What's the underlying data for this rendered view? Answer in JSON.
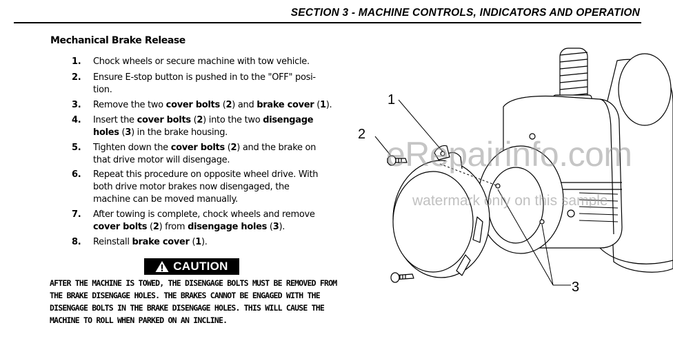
{
  "header": {
    "title": "SECTION 3 - MACHINE CONTROLS, INDICATORS AND OPERATION"
  },
  "section": {
    "title": "Mechanical Brake Release"
  },
  "steps": [
    {
      "num": "1.",
      "html": "Chock wheels or secure machine with tow vehicle."
    },
    {
      "num": "2.",
      "html": "Ensure E-stop button is pushed in to the \"OFF\" posi-<br>tion."
    },
    {
      "num": "3.",
      "html": "Remove the two <b>cover bolts</b> (<b>2</b>) and <b>brake cover</b> (<b>1</b>)."
    },
    {
      "num": "4.",
      "html": "Insert the <b>cover bolts</b> (<b>2</b>) into the two <b>disengage<br>holes</b> (<b>3</b>) in the brake housing."
    },
    {
      "num": "5.",
      "html": "Tighten down the <b>cover bolts</b> (<b>2</b>) and the brake on<br>that drive motor will disengage."
    },
    {
      "num": "6.",
      "html": "Repeat this procedure on opposite wheel drive. With<br>both drive motor brakes now disengaged, the<br>machine can be moved manually."
    },
    {
      "num": "7.",
      "html": "After towing is complete, chock wheels and remove<br><b>cover bolts</b> (<b>2</b>) from <b>disengage holes</b> (<b>3</b>)."
    },
    {
      "num": "8.",
      "html": "Reinstall <b>brake cover</b> (<b>1</b>)."
    }
  ],
  "caution": {
    "label": "CAUTION",
    "text": "AFTER THE MACHINE IS TOWED, THE DISENGAGE BOLTS MUST BE REMOVED FROM THE BRAKE DISENGAGE HOLES. THE BRAKES CANNOT BE ENGAGED WITH THE DISENGAGE BOLTS IN THE BRAKE DISENGAGE HOLES. THIS WILL CAUSE THE MACHINE TO ROLL WHEN PARKED ON AN INCLINE."
  },
  "figure": {
    "callouts": [
      "1",
      "2",
      "3"
    ],
    "watermark": "eRepairinfo.com",
    "watermark_note": "watermark only on this sample"
  },
  "icons": {
    "caution": "warning-triangle-icon"
  }
}
